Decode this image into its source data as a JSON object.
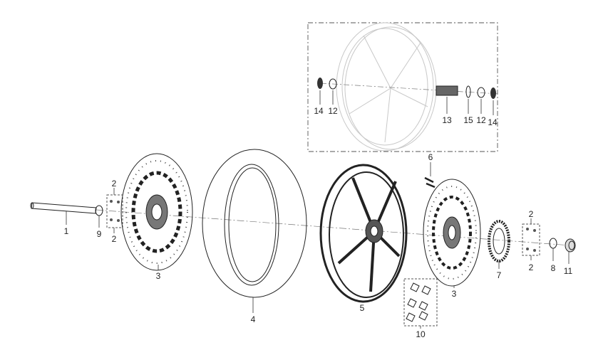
{
  "diagram": {
    "title": "Rear wheel exploded view",
    "callouts": {
      "axle": "1",
      "bolts_left_top": "2",
      "bolts_left_bottom": "2",
      "spacer_left": "9",
      "disc_left": "3",
      "tire": "4",
      "rim": "5",
      "valve": "6",
      "balance_weights": "10",
      "disc_right": "3",
      "bolts_right_top": "2",
      "bolts_right_bottom": "2",
      "sprocket": "7",
      "spacer_right": "8",
      "nut": "11",
      "inset_seal_left": "14",
      "inset_bearing_left": "12",
      "inset_sleeve": "13",
      "inset_washer": "15",
      "inset_bearing_right": "12",
      "inset_seal_right": "14"
    }
  }
}
